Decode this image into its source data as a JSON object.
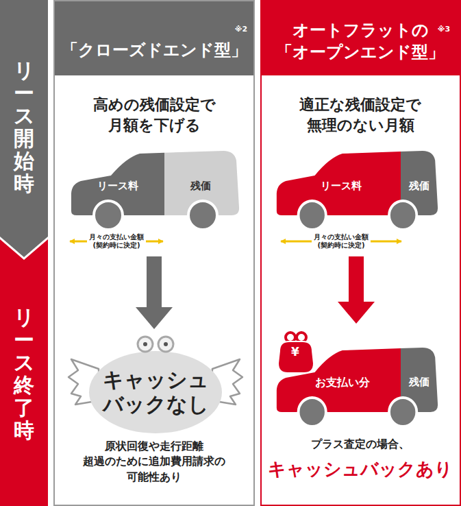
{
  "diagram": {
    "nodes": [
      {
        "text": [
          "リース開始時"
        ]
      },
      {
        "text": [
          "リース終了時"
        ]
      },
      {
        "text": [
          "高めの残価設定で 月額を下げる",
          "原状回復や走行距離 超過のために追加費用請求の 可能性あり"
        ]
      },
      {
        "text": [
          "「クローズドエンド型」",
          "※2"
        ],
        "in": 2
      },
      {
        "text": [
          "リース料",
          "残価"
        ],
        "in": 2
      },
      {
        "text": [
          "キャッシュ バックなし"
        ],
        "in": 2
      },
      {
        "text": [
          "適正な残価設定で 無理のない月額",
          "プラス査定の場合、",
          "キャッシュバックあり"
        ]
      },
      {
        "text": [
          "オートフラットの 「オープンエンド型」",
          "※3"
        ],
        "in": 6
      },
      {
        "text": [
          "リース料",
          "残価"
        ],
        "in": 6
      },
      {
        "text": [
          "お支払い分",
          "残価"
        ],
        "in": 6
      }
    ],
    "edges": [
      {
        "from": 4,
        "to": 5,
        "arrow": "to"
      },
      {
        "from": 8,
        "to": 9,
        "arrow": "to"
      }
    ],
    "labels": [
      "月々の支払い金額 (契約時に決定)",
      "月々の支払い金額 (契約時に決定)",
      "¥"
    ]
  }
}
